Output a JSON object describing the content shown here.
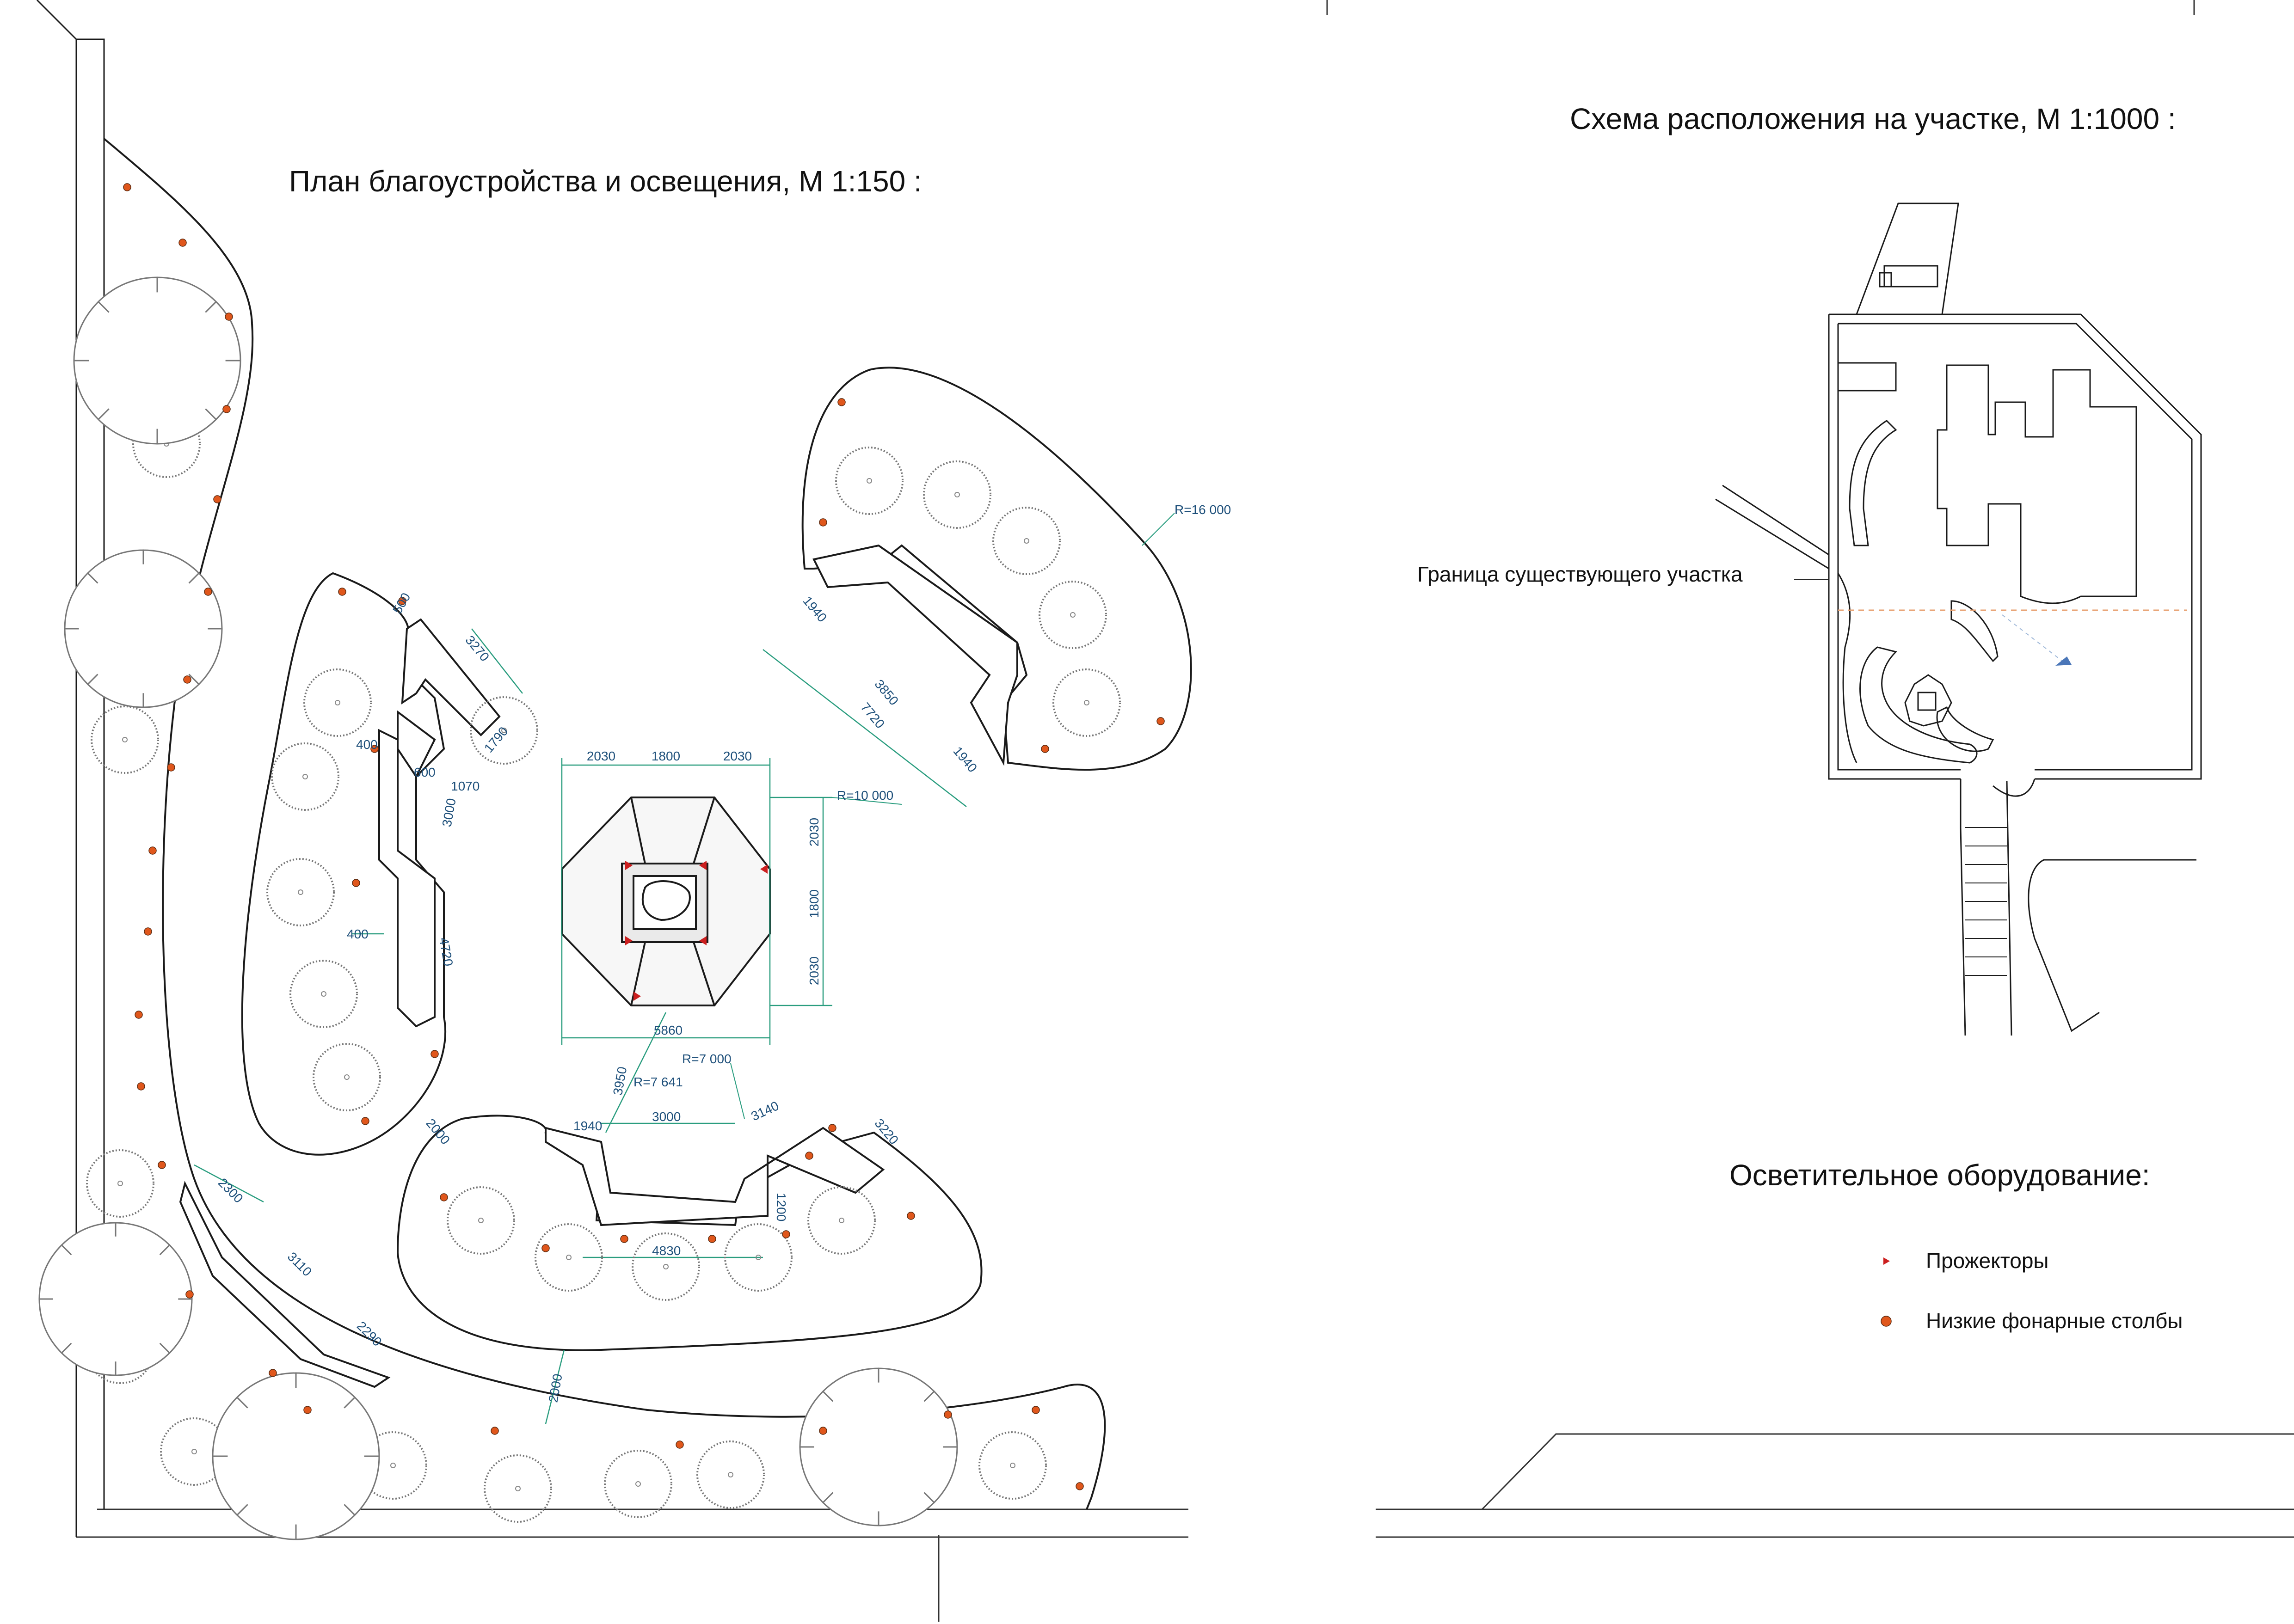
{
  "titles": {
    "plan": "План благоустройства и освещения, М 1:150 :",
    "scheme": "Схема расположения на участке, М 1:1000 :"
  },
  "scheme": {
    "boundary_label": "Граница существующего участка"
  },
  "legend": {
    "title": "Осветительное оборудование:",
    "items": [
      {
        "label": "Прожекторы",
        "symbol": "spotlight",
        "color": "#cc1f1f"
      },
      {
        "label": "Низкие фонарные столбы",
        "symbol": "lamp-post",
        "color": "#e0571c"
      }
    ]
  },
  "dimensions": {
    "top_widths": [
      "2030",
      "1800",
      "2030"
    ],
    "right_heights": [
      "2030",
      "1800",
      "2030"
    ],
    "bottom_width": "5860",
    "radius_16000": "R=16 000",
    "radius_10000": "R=10 000",
    "radius_7000": "R=7 000",
    "radius_7641": "R=7 641",
    "d3950": "3950",
    "left_wall": [
      "500",
      "3270",
      "1790",
      "1070",
      "400",
      "600",
      "3000",
      "4720",
      "400"
    ],
    "right_wall": [
      "1940",
      "3850",
      "7720",
      "1940"
    ],
    "bottom_wall": [
      "1940",
      "3000",
      "3140",
      "3220",
      "1200",
      "4830"
    ],
    "path": [
      "2000",
      "2300",
      "3110",
      "2290",
      "2000"
    ]
  },
  "colors": {
    "line": "#1a1a1a",
    "dimension": "#1d4f7a",
    "dimension_line": "#2a9d7f",
    "spotlight": "#cc1f1f",
    "lamp": "#e0571c"
  }
}
